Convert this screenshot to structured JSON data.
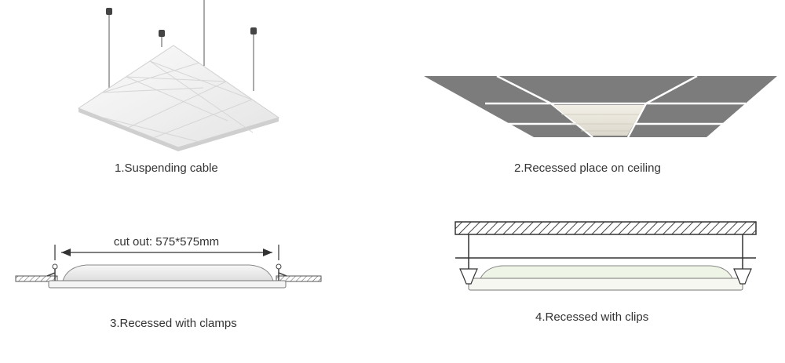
{
  "diagrams": [
    {
      "caption": "1.Suspending cable"
    },
    {
      "caption": "2.Recessed place on ceiling"
    },
    {
      "caption": "3.Recessed with clamps",
      "dimension_label": "cut out: 575*575mm"
    },
    {
      "caption": "4.Recessed with clips"
    }
  ],
  "colors": {
    "ceiling_tile": "#7c7c7c",
    "ceiling_grid": "#ffffff",
    "panel_face": "#f3f3f3",
    "line": "#333333",
    "hatch": "#555555",
    "clip_green": "#eef4e6"
  }
}
